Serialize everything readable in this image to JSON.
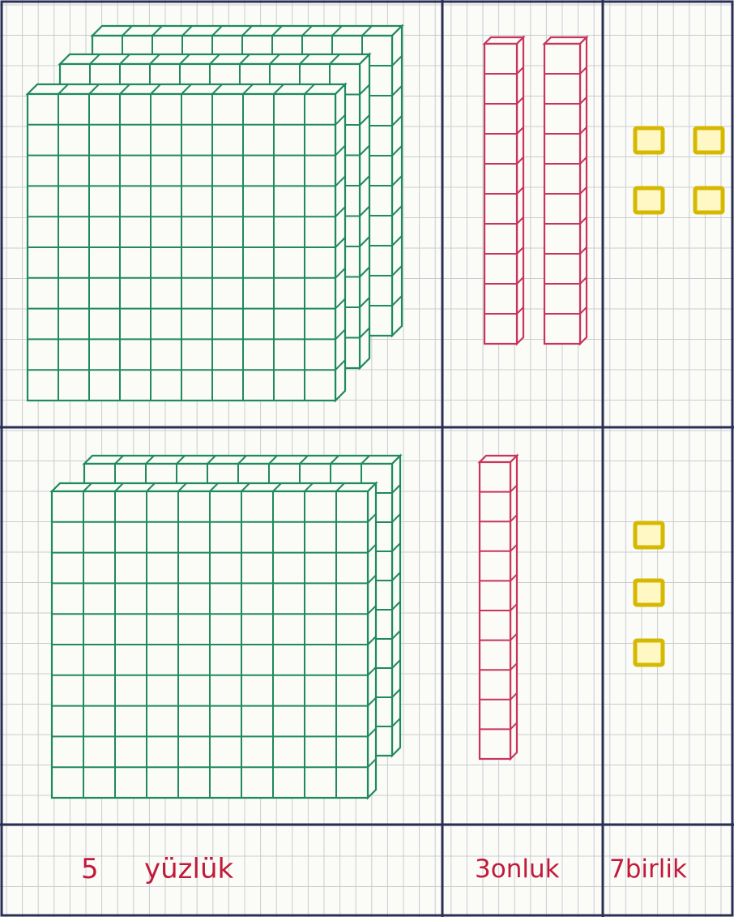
{
  "colors": {
    "grid_line": "#c9ccd2",
    "table_line": "#2a2f55",
    "hundreds_ink": "#1f8a5c",
    "tens_ink": "#c8345a",
    "ones_ink": "#d6b800",
    "ones_fill": "#fff7c4",
    "label_ink": "#c21a3a"
  },
  "top_row": {
    "hundreds_blocks": 3,
    "tens_rods": 2,
    "ones_cubes": 4
  },
  "bottom_row": {
    "hundreds_blocks": 2,
    "tens_rods": 1,
    "ones_cubes": 3
  },
  "labels": {
    "hundreds_count": "5",
    "hundreds_word": "yüzlük",
    "tens": "3onluk",
    "ones": "7birlik"
  }
}
